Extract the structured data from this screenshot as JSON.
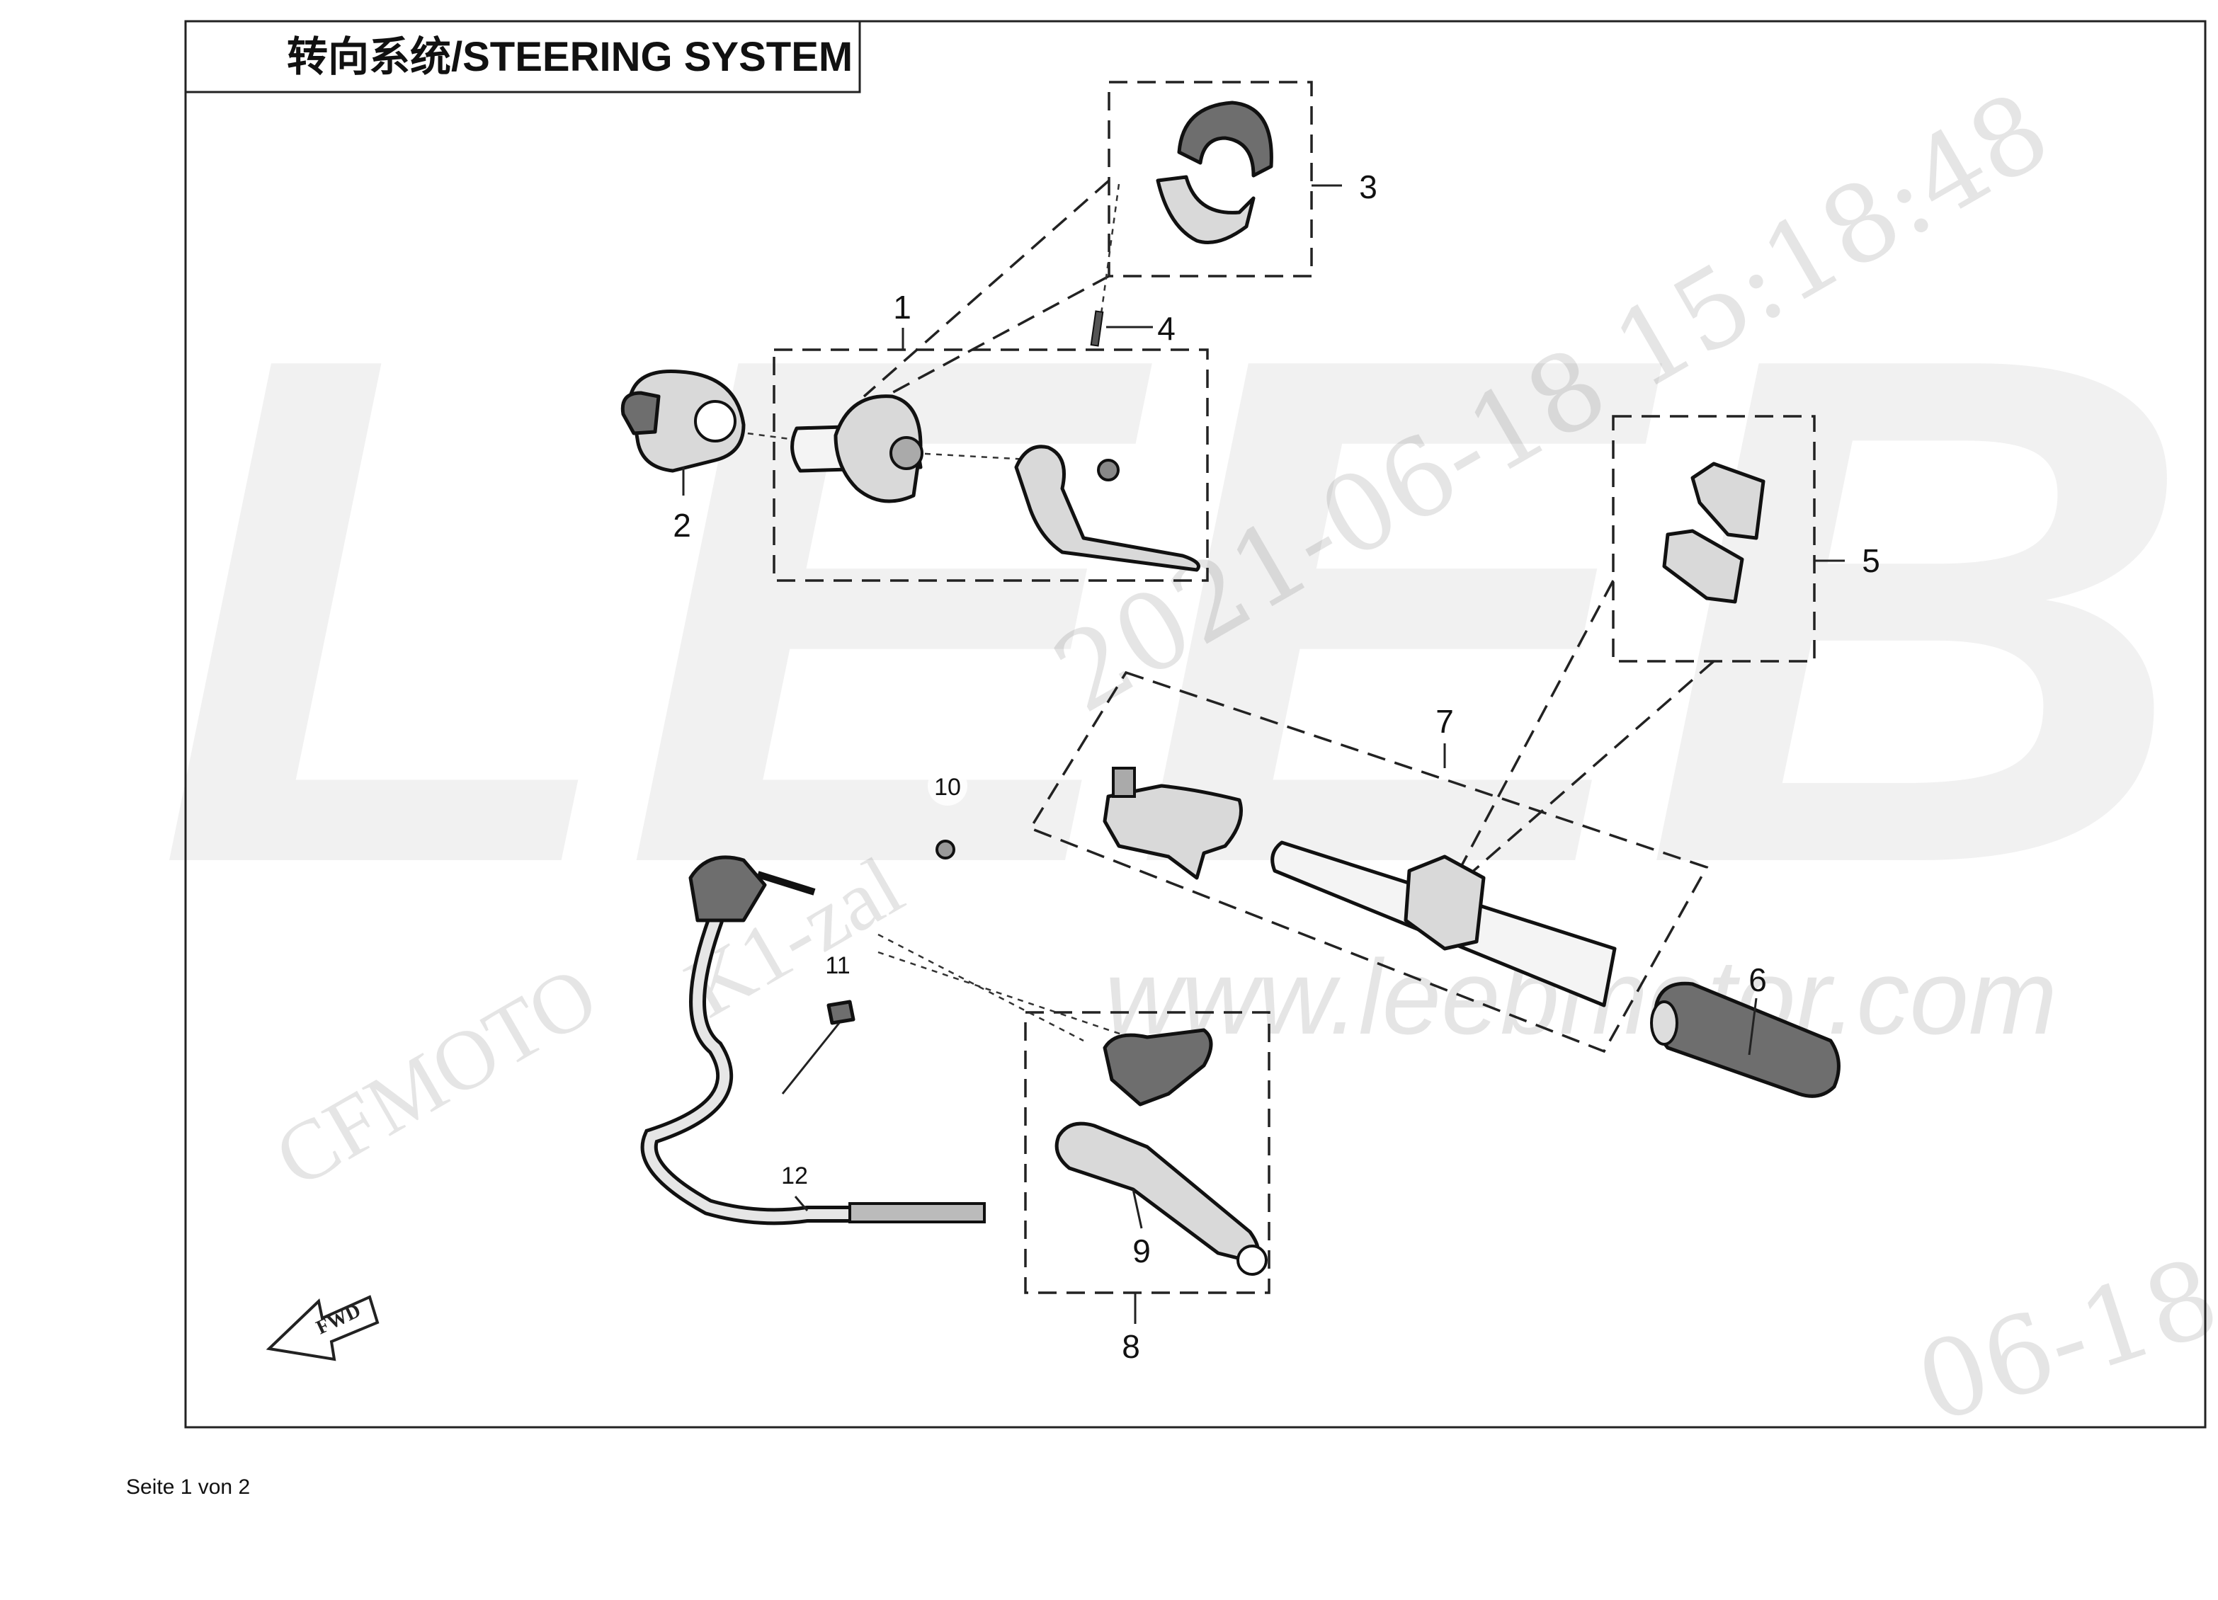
{
  "title": "转向系统/STEERING SYSTEM",
  "watermarks": {
    "brand": "LEEB",
    "timestamp": "2021-06-18  15:18:48",
    "website": "www.leebmotor.com",
    "maker": "CFMOTO",
    "code": "K1-zal",
    "date_fragment": "06-18"
  },
  "fwd_label": "FWD",
  "footer": "Seite 1 von 2",
  "callouts": [
    {
      "id": "callout-1",
      "number": "1"
    },
    {
      "id": "callout-2",
      "number": "2"
    },
    {
      "id": "callout-3",
      "number": "3"
    },
    {
      "id": "callout-4",
      "number": "4"
    },
    {
      "id": "callout-5",
      "number": "5"
    },
    {
      "id": "callout-6",
      "number": "6"
    },
    {
      "id": "callout-7",
      "number": "7"
    },
    {
      "id": "callout-8",
      "number": "8"
    },
    {
      "id": "callout-9",
      "number": "9"
    },
    {
      "id": "callout-10",
      "number": "10"
    },
    {
      "id": "callout-11",
      "number": "11"
    },
    {
      "id": "callout-12",
      "number": "12"
    }
  ]
}
